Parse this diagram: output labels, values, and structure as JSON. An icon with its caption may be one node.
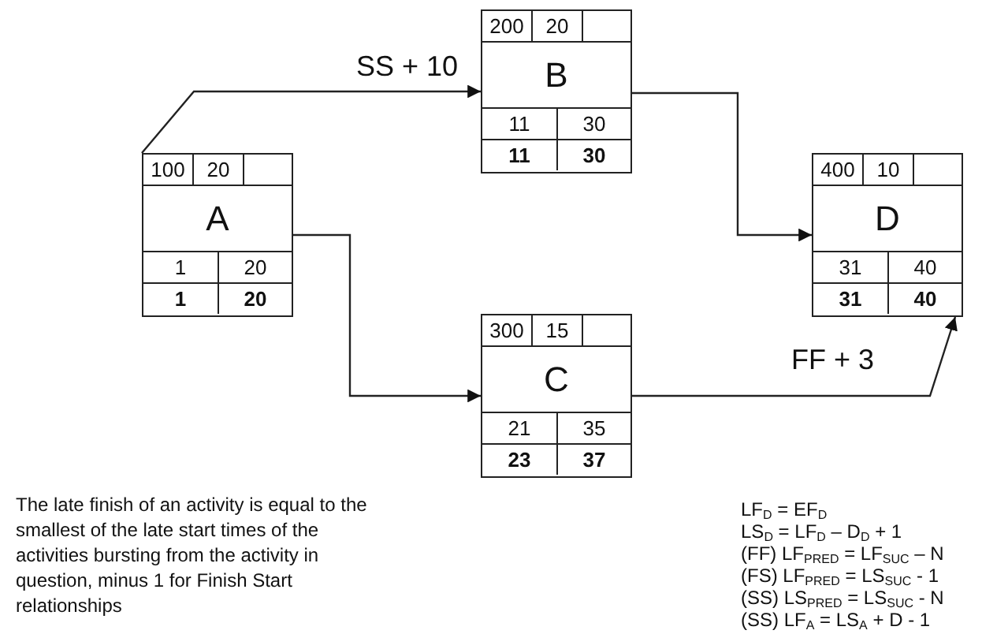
{
  "diagram": {
    "nodes": [
      {
        "text": [
          "100",
          "20",
          "A",
          "1",
          "20",
          "1",
          "20"
        ]
      },
      {
        "text": [
          "200",
          "20",
          "B",
          "11",
          "30",
          "11",
          "30"
        ]
      },
      {
        "text": [
          "300",
          "15",
          "C",
          "21",
          "35",
          "23",
          "37"
        ]
      },
      {
        "text": [
          "400",
          "10",
          "D",
          "31",
          "40",
          "31",
          "40"
        ]
      }
    ],
    "edges": [
      {
        "from": 0,
        "to": 1,
        "arrow": "to",
        "label": "SS + 10"
      },
      {
        "from": 0,
        "to": 2,
        "arrow": "to"
      },
      {
        "from": 1,
        "to": 3,
        "arrow": "to"
      },
      {
        "from": 2,
        "to": 3,
        "arrow": "to",
        "label": "FF + 3"
      }
    ],
    "labels": [
      "The late finish of an activity is equal to the smallest of the late start times of the activities bursting from the activity in question, minus 1 for Finish Start relationships",
      "LF$_{D}$ = EF$_{D}$",
      "LS$_{D}$ = LF$_{D}$ – D$_{D}$ + 1",
      "(FF) LF$_{PRED}$ = LF$_{SUC}$ – N",
      "(FS) LF$_{PRED}$ = LS$_{SUC}$ - 1",
      "(SS) LS$_{PRED}$ = LS$_{SUC}$ - N",
      "(SS) LF$_{A}$ = LS$_{A}$ + D - 1"
    ]
  }
}
